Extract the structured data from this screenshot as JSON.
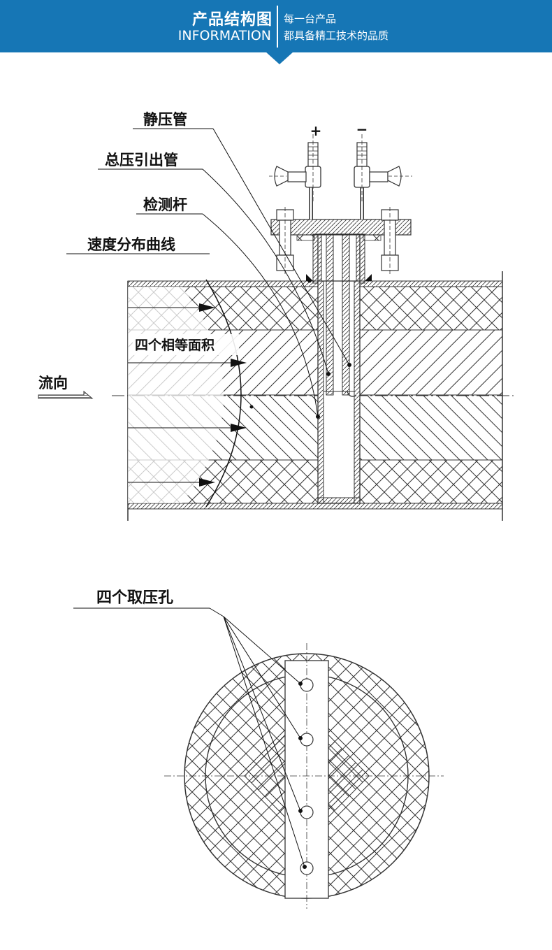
{
  "header": {
    "title": "产品结构图",
    "subtitle": "INFORMATION",
    "tagline_1": "每一台产品",
    "tagline_2": "都具备精工技术的品质",
    "background_color": "#1676b5"
  },
  "diagram_top": {
    "labels": {
      "static_pressure_tube": "静压管",
      "total_pressure_tube": "总压引出管",
      "probe_rod": "检测杆",
      "velocity_curve": "速度分布曲线",
      "equal_areas": "四个相等面积",
      "flow_direction": "流向",
      "plus_sign": "+",
      "minus_sign": "−"
    }
  },
  "diagram_bottom": {
    "labels": {
      "four_taps": "四个取压孔"
    }
  }
}
